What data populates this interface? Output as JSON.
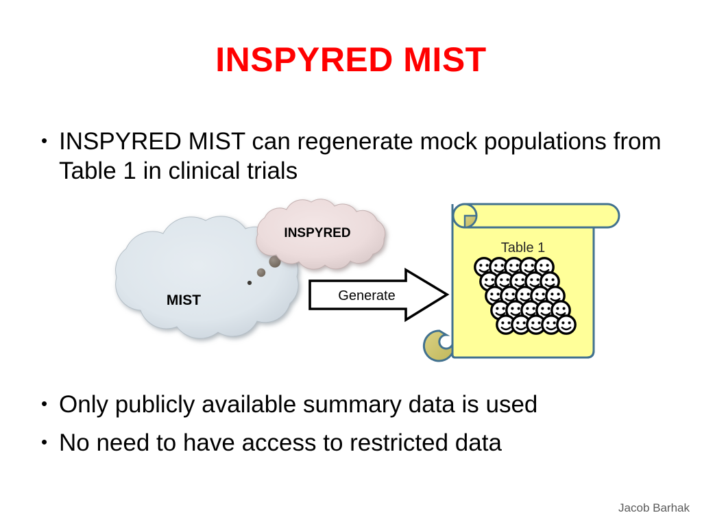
{
  "slide": {
    "title": "INSPYRED MIST",
    "title_color": "#ff0000",
    "background_color": "#ffffff"
  },
  "bullets": [
    {
      "marker": "•",
      "text": "INSPYRED MIST can regenerate mock populations from Table 1 in clinical trials"
    },
    {
      "marker": "•",
      "text": "Only publicly available summary data is used"
    },
    {
      "marker": "•",
      "text": "No need to have access to restricted data"
    }
  ],
  "diagram": {
    "mist_cloud": {
      "label": "MIST",
      "fill_color": "#dfe6ec",
      "edge_color": "#9aa5ae",
      "label_color": "#000000"
    },
    "inspyred_cloud": {
      "label": "INSPYRED",
      "fill_color": "#ecdcdc",
      "edge_color": "#a79797",
      "label_color": "#000000"
    },
    "thought_dots": {
      "count": 3,
      "color": "#7f7468"
    },
    "arrow": {
      "label": "Generate",
      "fill_color": "#ffffff",
      "outline_color": "#000000",
      "label_color": "#000000",
      "direction": "right"
    },
    "scroll": {
      "caption": "Table 1",
      "fill_color": "#ffff99",
      "border_color": "#41718f",
      "curl_color": "#ccc266",
      "caption_color": "#262626",
      "population": {
        "icon": "smiley-face",
        "rows": 5,
        "columns": 5,
        "total": 25,
        "face_fill": "#ffffff",
        "face_outline": "#000000"
      }
    }
  },
  "footer": {
    "credit": "Jacob Barhak",
    "color": "#5a5a5a"
  }
}
